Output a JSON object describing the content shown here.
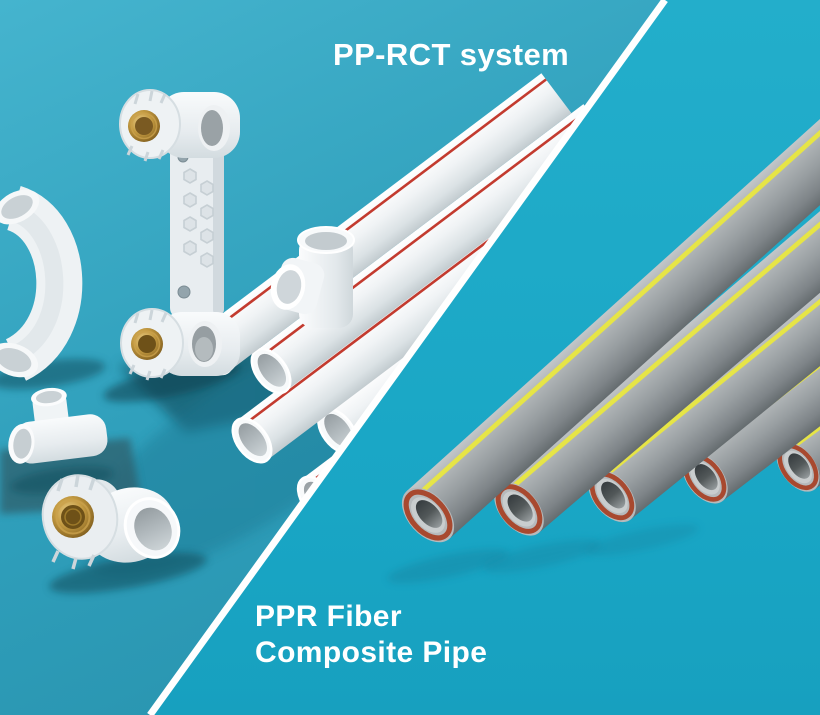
{
  "banner": {
    "top_caption": "PP-RCT system",
    "bottom_caption_line1": "PPR Fiber",
    "bottom_caption_line2": "Composite Pipe"
  },
  "colors": {
    "panel_right_bg": "#1badc9",
    "panel_left_bg": "#35a7c2",
    "divider": "#ffffff",
    "caption_text": "#ffffff",
    "pipe_gray": "#9aa0a3",
    "pipe_yellow_stripe": "#e9e73f",
    "pipe_fiber_ring_red": "#a8492f",
    "white_pipe_red_stripe": "#c33b2f",
    "fitting_white": "#f2f4f6",
    "brass_insert": "#b08d3e"
  }
}
